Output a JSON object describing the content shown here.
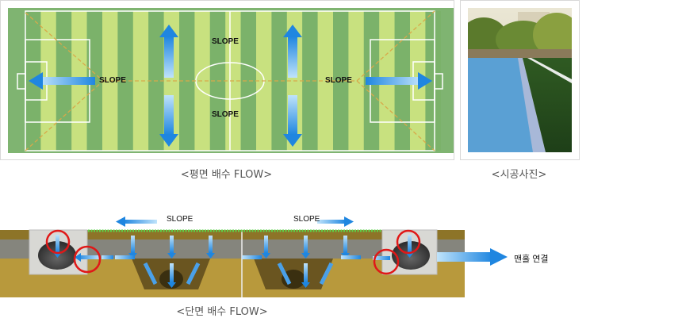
{
  "plan_view": {
    "caption": "<평면 배수 FLOW>",
    "slope_labels": [
      "SLOPE",
      "SLOPE",
      "SLOPE",
      "SLOPE"
    ]
  },
  "photo": {
    "caption": "<시공사진>"
  },
  "section_view": {
    "caption": "<단면 배수 FLOW>",
    "slope_left": "SLOPE",
    "slope_right": "SLOPE",
    "manhole_label": "맨홀 연결"
  },
  "colors": {
    "grass_dark": "#7bb26a",
    "grass_light": "#c8e17f",
    "arrow_blue": "#2f8fe0",
    "soil": "#b89a3c",
    "gravel": "#8a8a82",
    "highlight_red": "#e01818"
  }
}
